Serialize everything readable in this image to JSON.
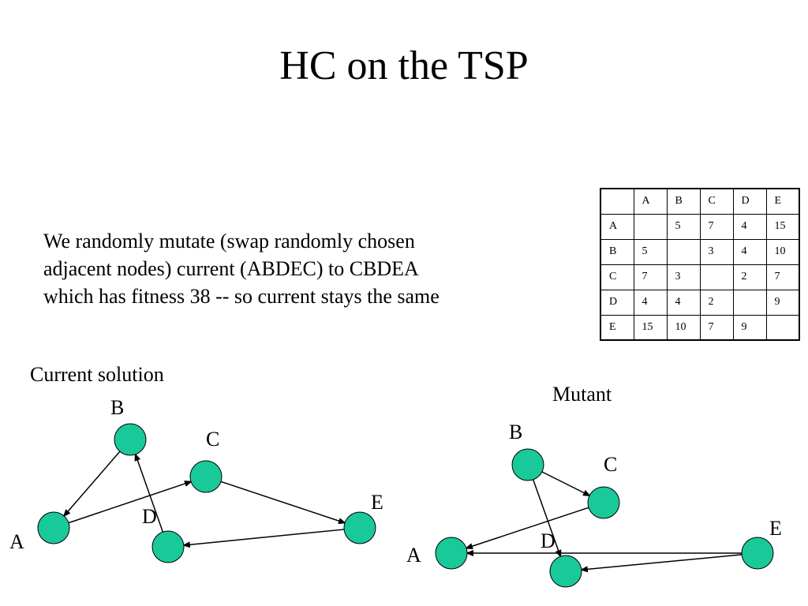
{
  "slide": {
    "title": "HC on the TSP",
    "body_lines": [
      "We randomly mutate (swap randomly chosen",
      "adjacent nodes)  current (ABDEC) to  CBDEA",
      "which has fitness 38 -- so current stays the same"
    ]
  },
  "distance_table": {
    "header": [
      "",
      "A",
      "B",
      "C",
      "D",
      "E"
    ],
    "rows": [
      [
        "A",
        "",
        "5",
        "7",
        "4",
        "15"
      ],
      [
        "B",
        "5",
        "",
        "3",
        "4",
        "10"
      ],
      [
        "C",
        "7",
        "3",
        "",
        "2",
        "7"
      ],
      [
        "D",
        "4",
        "4",
        "2",
        "",
        "9"
      ],
      [
        "E",
        "15",
        "10",
        "7",
        "9",
        ""
      ]
    ]
  },
  "current_graph": {
    "caption": "Current solution",
    "node_labels": {
      "A": "A",
      "B": "B",
      "C": "C",
      "D": "D",
      "E": "E"
    },
    "edges": [
      [
        "B",
        "A"
      ],
      [
        "A",
        "C"
      ],
      [
        "C",
        "E"
      ],
      [
        "E",
        "D"
      ],
      [
        "D",
        "B"
      ]
    ]
  },
  "mutant_graph": {
    "caption": "Mutant",
    "node_labels": {
      "A": "A",
      "B": "B",
      "C": "C",
      "D": "D",
      "E": "E"
    },
    "edges": [
      [
        "B",
        "C"
      ],
      [
        "C",
        "A"
      ],
      [
        "E",
        "A"
      ],
      [
        "E",
        "D"
      ],
      [
        "B",
        "D"
      ]
    ]
  },
  "colors": {
    "node_fill": "#1ac99a",
    "node_stroke": "#000000",
    "edge": "#000000"
  }
}
